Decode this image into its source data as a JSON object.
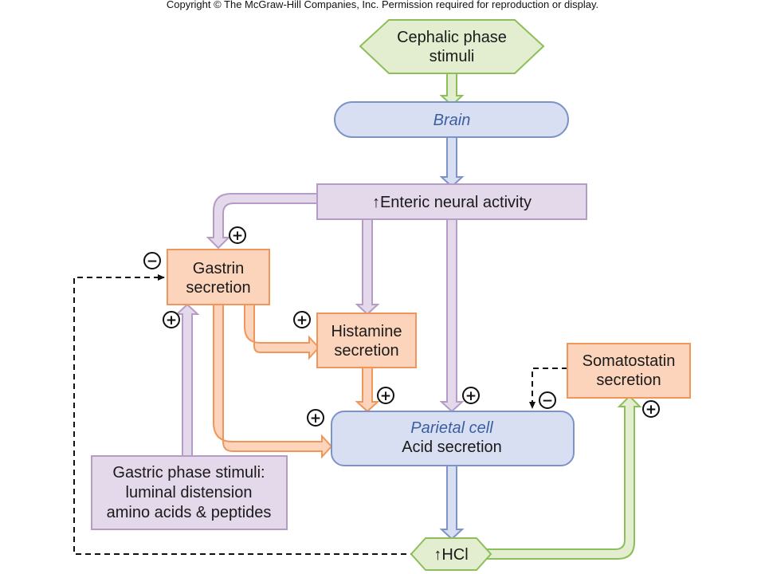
{
  "copyright": "Copyright © The McGraw-Hill Companies, Inc. Permission required for reproduction or display.",
  "nodes": {
    "cephalic": {
      "line1": "Cephalic phase",
      "line2": "stimuli"
    },
    "brain": {
      "label": "Brain"
    },
    "enteric": {
      "label": "↑Enteric neural activity"
    },
    "gastrin": {
      "line1": "Gastrin",
      "line2": "secretion"
    },
    "histamine": {
      "line1": "Histamine",
      "line2": "secretion"
    },
    "somatostatin": {
      "line1": "Somatostatin",
      "line2": "secretion"
    },
    "parietal": {
      "line1": "Parietal cell",
      "line2": "Acid secretion"
    },
    "gastric": {
      "line1": "Gastric phase stimuli:",
      "line2": "luminal distension",
      "line3": "amino acids & peptides"
    },
    "hcl": {
      "label": "↑HCl"
    }
  },
  "signs": {
    "plus": "+",
    "minus": "−"
  },
  "colors": {
    "green_fill": "#e3eed0",
    "green_stroke": "#8cbf5a",
    "blue_fill": "#d9dff2",
    "blue_stroke": "#7d93c8",
    "purple_fill": "#e4d9ea",
    "purple_stroke": "#b49cc6",
    "orange_fill": "#fbd4bb",
    "orange_stroke": "#f0965a"
  }
}
